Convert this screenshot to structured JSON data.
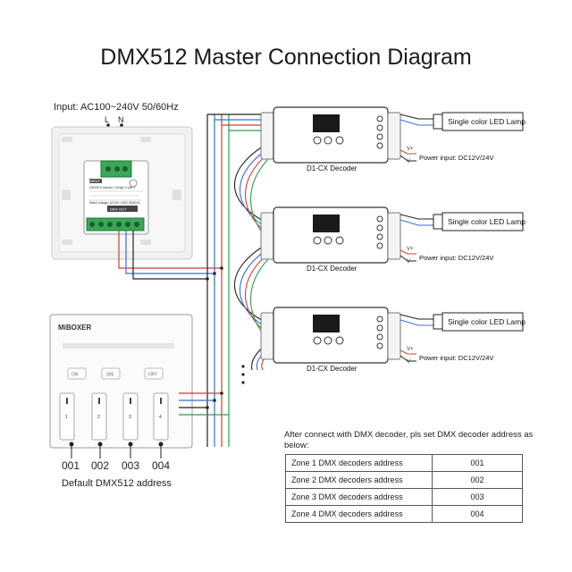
{
  "title": "DMX512 Master Connection Diagram",
  "input_label": "Input: AC100~240V 50/60Hz",
  "terminal_l": "L",
  "terminal_n": "N",
  "module": {
    "input_tag": "INPUT",
    "model_text": "DMX512 Master ( Single Color )",
    "spec_text": "Rated voltage: AC100~240V 50/60Hz",
    "output_tag": "DMX OUT"
  },
  "panel": {
    "brand": "MiBOXER",
    "on_label": "ON",
    "mid_label": "005",
    "off_label": "OFF",
    "zone_numbers": [
      "1",
      "2",
      "3",
      "4"
    ]
  },
  "addresses": [
    "001",
    "002",
    "003",
    "004"
  ],
  "default_label": "Default DMX512 address",
  "decoders": [
    {
      "name": "D1-CX Decoder",
      "lamp": "Single color LED Lamp",
      "power": "Power input: DC12V/24V",
      "vplus": "V+",
      "vminus": "V-"
    },
    {
      "name": "D1-CX Decoder",
      "lamp": "Single color LED Lamp",
      "power": "Power input: DC12V/24V",
      "vplus": "V+",
      "vminus": "V-"
    },
    {
      "name": "D1-CX Decoder",
      "lamp": "Single color LED Lamp",
      "power": "Power input: DC12V/24V",
      "vplus": "V+",
      "vminus": "V-"
    }
  ],
  "note": "After connect with DMX decoder, pls set DMX decoder address as below:",
  "zone_table": [
    {
      "label": "Zone 1 DMX decoders address",
      "value": "001"
    },
    {
      "label": "Zone 2 DMX decoders address",
      "value": "002"
    },
    {
      "label": "Zone 3 DMX decoders address",
      "value": "003"
    },
    {
      "label": "Zone 4 DMX decoders address",
      "value": "004"
    }
  ],
  "colors": {
    "wire_red": "#d33a3a",
    "wire_blue": "#3a6fd0",
    "wire_green": "#2f9d4a",
    "wire_black": "#222222",
    "module_green": "#3aa657"
  }
}
